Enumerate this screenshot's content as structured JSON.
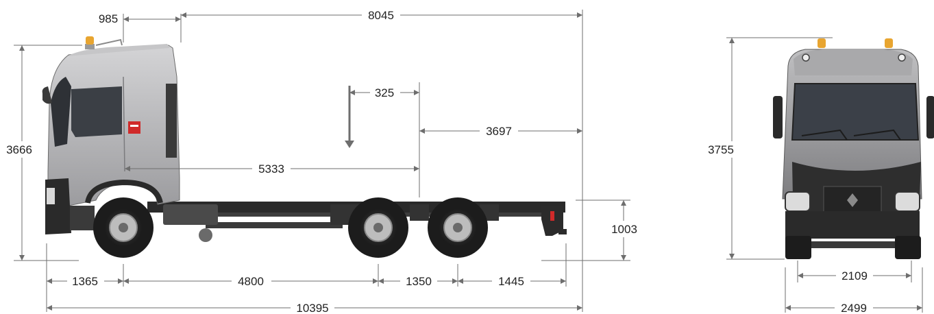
{
  "dimensions": {
    "side_view": {
      "front_to_cab_rear": "985",
      "cab_rear_to_frame_end": "8045",
      "total_height": "3666",
      "load_offset": "325",
      "load_to_frame_end": "3697",
      "cab_to_load_point": "5333",
      "frame_height": "1003",
      "front_overhang": "1365",
      "wheelbase_front": "4800",
      "tandem_spacing": "1350",
      "rear_overhang": "1445",
      "total_length": "10395"
    },
    "front_view": {
      "total_height": "3755",
      "track_width": "2109",
      "overall_width": "2499"
    }
  },
  "colors": {
    "cab_grey": "#b3b3b5",
    "chassis_black": "#2a2a2a",
    "beacon_amber": "#e8a530",
    "dimension_line": "#6e6e6e",
    "badge_red": "#d02a2a"
  }
}
